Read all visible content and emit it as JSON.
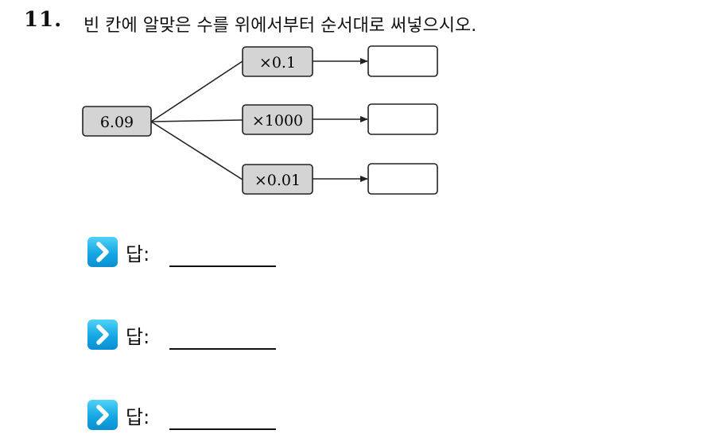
{
  "question": {
    "number": "11.",
    "text": "빈 칸에 알맞은 수를 위에서부터 순서대로 써넣으시오."
  },
  "diagram": {
    "start_value": "6.09",
    "operations": [
      "×0.1",
      "×1000",
      "×0.01"
    ]
  },
  "answers": [
    {
      "label": "답:"
    },
    {
      "label": "답:"
    },
    {
      "label": "답:"
    }
  ],
  "colors": {
    "box_fill": "#d4d4d4",
    "icon_gradient_top": "#4fd2f7",
    "icon_gradient_bottom": "#0b8fd1"
  },
  "icons": {
    "answer_icon": "chevron-right-icon"
  }
}
